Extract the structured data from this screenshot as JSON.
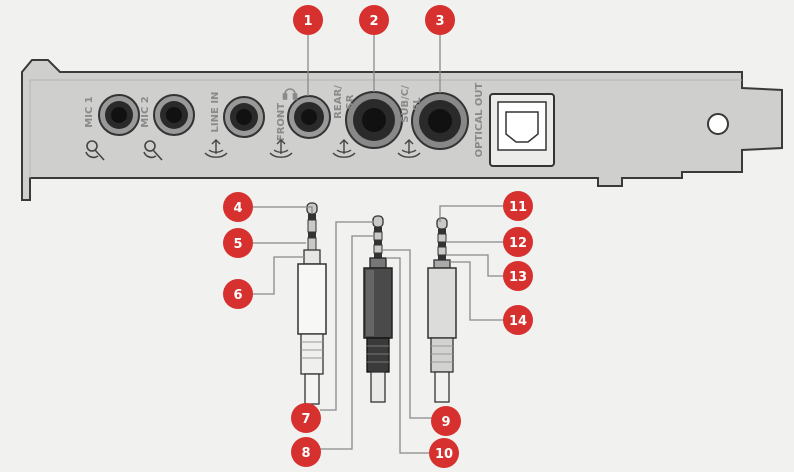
{
  "jacks": [
    {
      "id": "mic1",
      "label": "MIC 1",
      "icon": "microphone-icon"
    },
    {
      "id": "mic2",
      "label": "MIC 2",
      "icon": "microphone-icon"
    },
    {
      "id": "linein",
      "label": "LINE IN",
      "icon": "audio-wave-icon"
    },
    {
      "id": "front",
      "label": "FRONT",
      "icon": "headphone-icon"
    },
    {
      "id": "rear",
      "label": "REAR/",
      "label2": "SR",
      "icon": "audio-wave-icon"
    },
    {
      "id": "sub",
      "label": "SUB/C/",
      "label2": "SL",
      "icon": "audio-wave-icon"
    }
  ],
  "optical_label": "OPTICAL OUT",
  "callouts": [
    "1",
    "2",
    "3",
    "4",
    "5",
    "6",
    "7",
    "8",
    "9",
    "10",
    "11",
    "12",
    "13",
    "14"
  ],
  "colors": {
    "callout": "#d6312e",
    "bracket": "#c9c9c7",
    "bracket_stroke": "#3a3a3a",
    "leader": "#8a8a8a"
  }
}
